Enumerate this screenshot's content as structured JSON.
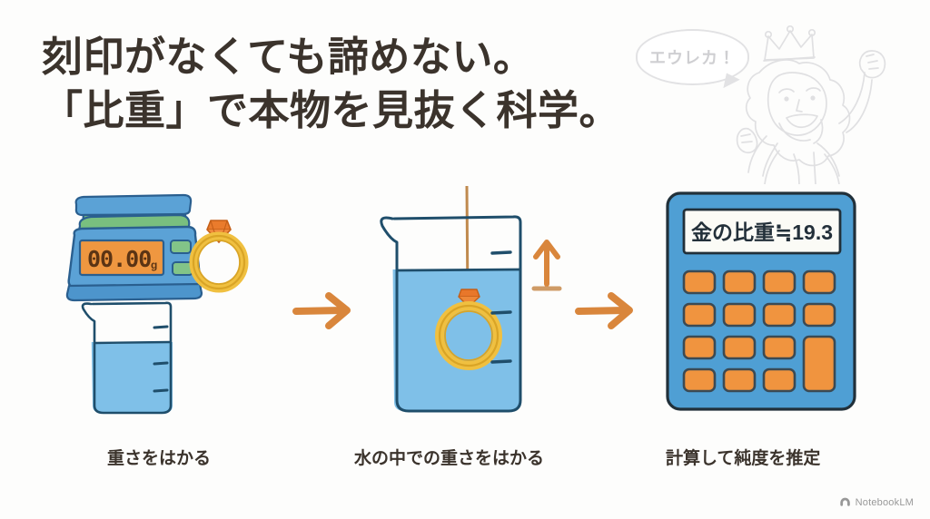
{
  "slide": {
    "background_color": "#fdfdfc",
    "title_color": "#3b332c",
    "accent_orange": "#e08b3e",
    "beaker_water": "#7fc0e8",
    "device_blue": "#4f9fd4"
  },
  "title": {
    "line1": "刻印がなくても諦めない。",
    "line2": "「比重」で本物を見抜く科学。"
  },
  "character": {
    "speech_bubble_text": "エウレカ！",
    "name": "archimedes-figure",
    "accessory": "crown"
  },
  "steps": [
    {
      "index": 1,
      "caption": "重さをはかる",
      "scale_display_value": "00.00",
      "scale_display_unit": "g",
      "objects": [
        "digital-scale",
        "diamond-ring",
        "beaker-with-water"
      ]
    },
    {
      "index": 2,
      "caption": "水の中での重さをはかる",
      "objects": [
        "beaker-with-water",
        "suspended-ring",
        "buoyancy-arrow"
      ]
    },
    {
      "index": 3,
      "caption": "計算して純度を推定",
      "calculator_display": "金の比重≒19.3",
      "objects": [
        "calculator"
      ]
    }
  ],
  "arrows": [
    {
      "name": "step-arrow-1",
      "direction": "right"
    },
    {
      "name": "step-arrow-2",
      "direction": "right"
    }
  ],
  "watermark": {
    "label": "NotebookLM"
  }
}
